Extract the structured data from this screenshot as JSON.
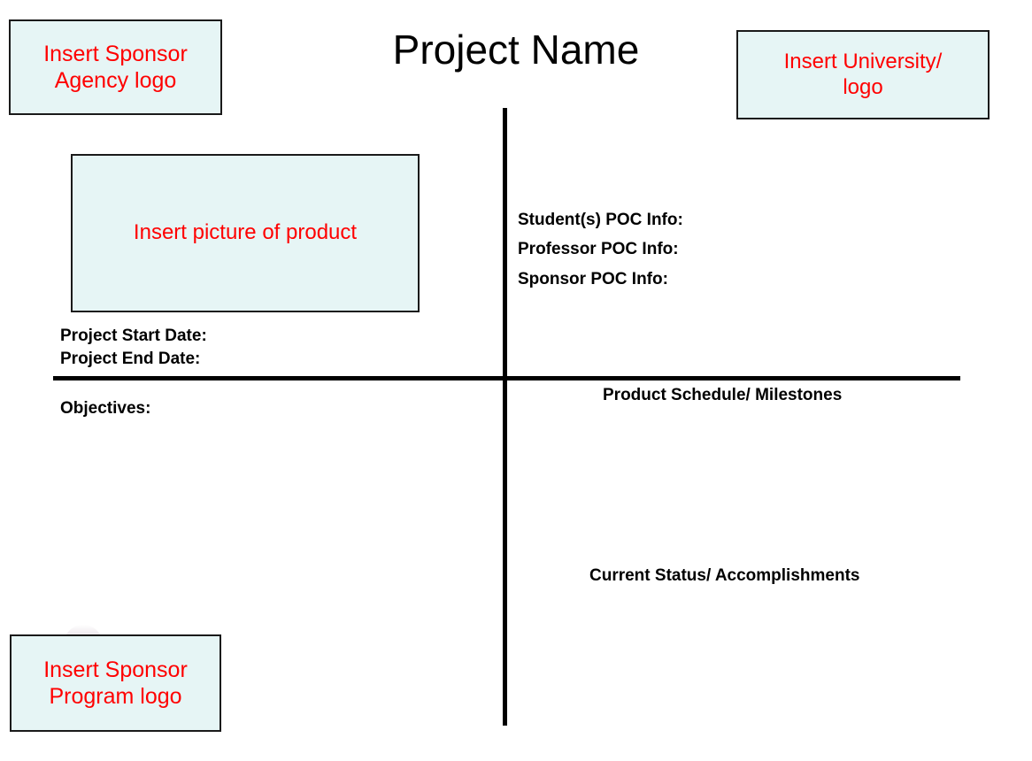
{
  "title": "Project Name",
  "logos": {
    "sponsor_agency": "Insert Sponsor\nAgency logo",
    "university": "Insert University/\nlogo",
    "sponsor_program": "Insert Sponsor\nProgram logo"
  },
  "product_picture": {
    "placeholder": "Insert picture of product"
  },
  "dates": {
    "start_label": "Project Start Date:",
    "end_label": "Project End Date:"
  },
  "contacts": {
    "student": "Student(s) POC Info:",
    "professor": "Professor POC Info:",
    "sponsor": "Sponsor POC Info:"
  },
  "sections": {
    "objectives": "Objectives:",
    "schedule": "Product Schedule/ Milestones",
    "status": "Current Status/ Accomplishments"
  },
  "colors": {
    "placeholder_text": "#ff0000",
    "placeholder_fill": "#e6f5f5",
    "rule": "#000000",
    "body_text": "#000000"
  }
}
